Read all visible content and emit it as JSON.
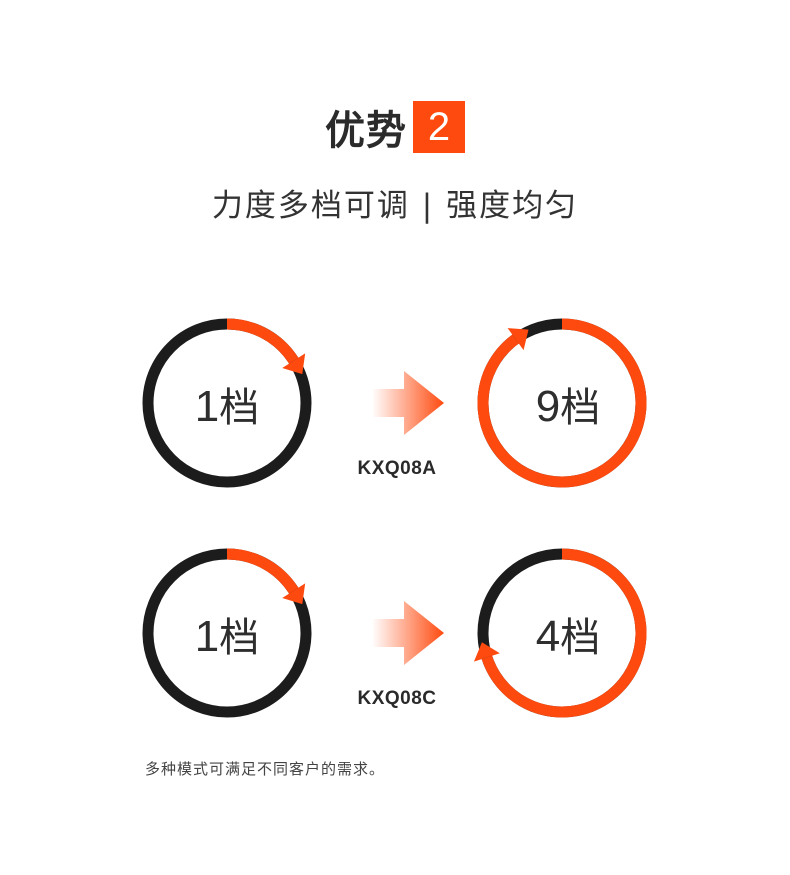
{
  "header": {
    "title": "优势",
    "badge": "2",
    "subtitle": "力度多档可调 | 强度均匀"
  },
  "colors": {
    "accent": "#ff4a0f",
    "dark": "#1c1c1c"
  },
  "rows": [
    {
      "model": "KXQ08A",
      "from": {
        "num": "1",
        "unit": "档",
        "level_fraction": 0.16
      },
      "to": {
        "num": "9",
        "unit": "档",
        "level_fraction": 0.9
      }
    },
    {
      "model": "KXQ08C",
      "from": {
        "num": "1",
        "unit": "档",
        "level_fraction": 0.16
      },
      "to": {
        "num": "4",
        "unit": "档",
        "level_fraction": 0.7
      }
    }
  ],
  "footnote": "多种模式可满足不同客户的需求。"
}
